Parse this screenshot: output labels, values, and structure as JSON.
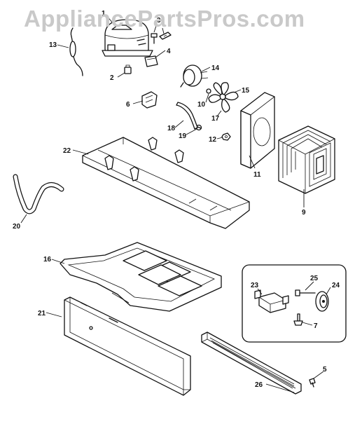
{
  "watermark": "AppliancePartsPros.com",
  "callouts": {
    "c1": "1",
    "c2": "2",
    "c3": "3",
    "c4": "4",
    "c5": "5",
    "c6": "6",
    "c7": "7",
    "c9": "9",
    "c10": "10",
    "c11": "11",
    "c12": "12",
    "c13": "13",
    "c14": "14",
    "c15": "15",
    "c16": "16",
    "c17": "17",
    "c18": "18",
    "c19": "19",
    "c20": "20",
    "c21": "21",
    "c22": "22",
    "c23": "23",
    "c24": "24",
    "c25": "25",
    "c26": "26"
  }
}
